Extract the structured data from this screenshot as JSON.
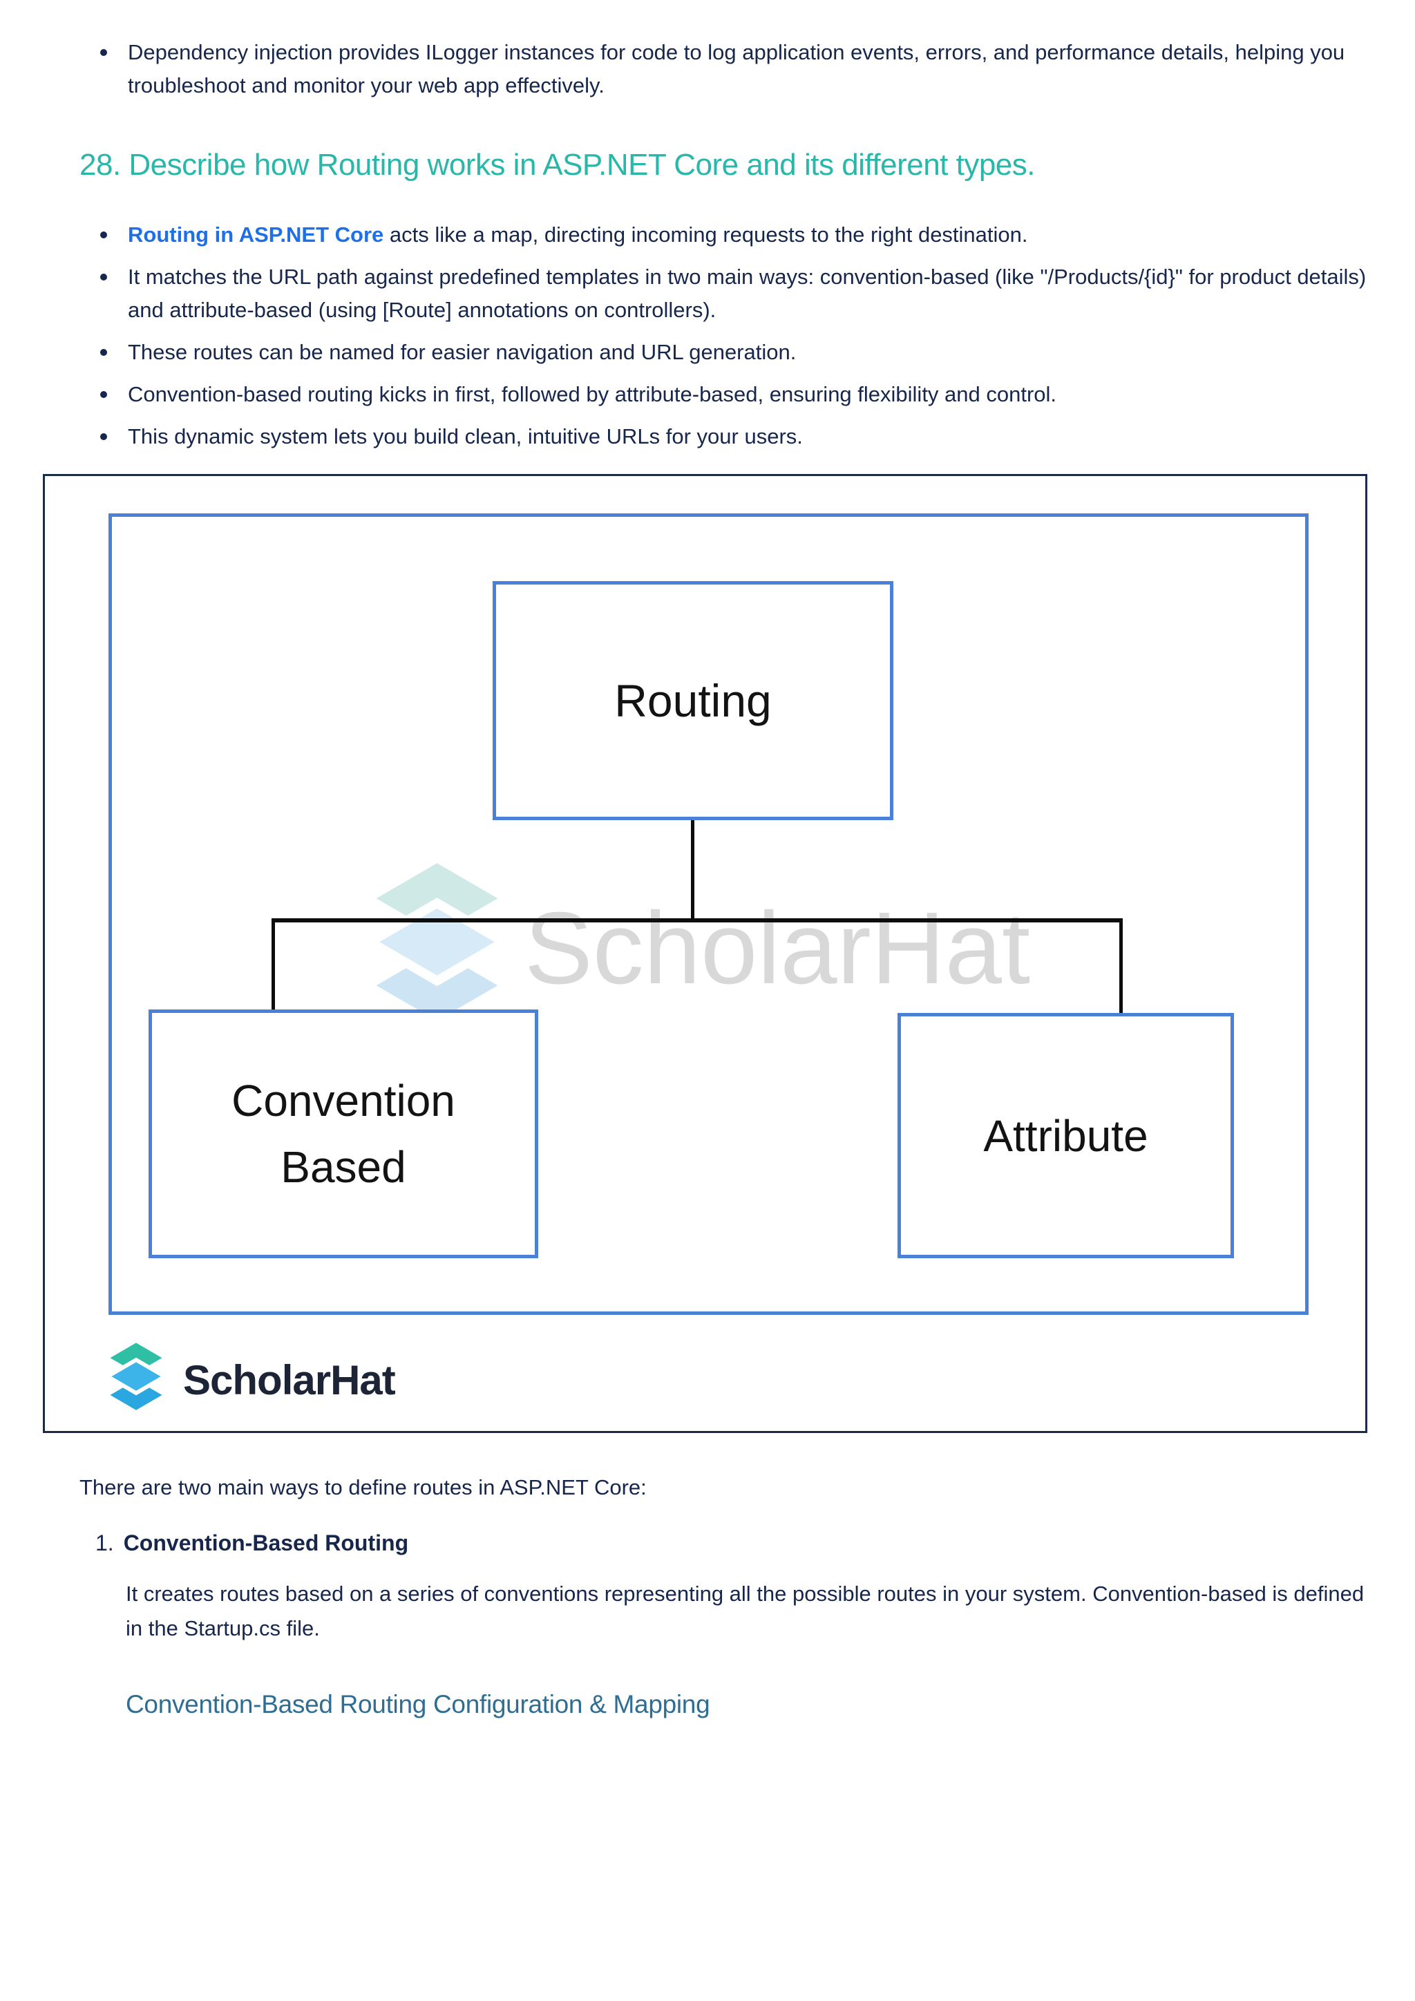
{
  "intro": {
    "bullet": "Dependency injection provides ILogger instances for code to log application events, errors, and performance details, helping you troubleshoot and monitor your web app effectively."
  },
  "question": {
    "heading": "28. Describe how Routing works in ASP.NET Core and its different types."
  },
  "bullets": [
    {
      "bold": "Routing in ASP.NET Core",
      "rest": " acts like a map, directing incoming requests to the right destination."
    },
    {
      "bold": "",
      "rest": "It matches the URL path against predefined templates in two main ways: convention-based (like \"/Products/{id}\" for product details) and attribute-based (using [Route] annotations on controllers)."
    },
    {
      "bold": "",
      "rest": "These routes can be named for easier navigation and URL generation."
    },
    {
      "bold": "",
      "rest": "Convention-based routing kicks in first, followed by attribute-based, ensuring flexibility and control."
    },
    {
      "bold": "",
      "rest": "This dynamic system lets you build clean, intuitive URLs for your users."
    }
  ],
  "diagram": {
    "root_label": "Routing",
    "left_label": "Convention Based",
    "right_label": "Attribute",
    "watermark_text": "ScholarHat",
    "logo_text": "ScholarHat"
  },
  "below": {
    "intro": "There are two main ways to define routes in ASP.NET Core:",
    "list_number": "1.",
    "list_title": "Convention-Based Routing",
    "paragraph": "It creates routes based on a series of conventions representing all the possible routes in your system. Convention-based is defined in the Startup.cs file.",
    "subheading": "Convention-Based Routing Configuration & Mapping"
  },
  "colors": {
    "body_text": "#16264c",
    "question_teal": "#29b7a9",
    "link_blue": "#1e6fe8",
    "subheading_blue": "#2e6d94",
    "diagram_border_blue": "#4a80d8",
    "card_border_navy": "#1c2b4a",
    "connector_black": "#0d0d0d",
    "watermark_gray": "#d8d8d8",
    "logo_teal": "#2ebfa5",
    "logo_blue": "#2a9fd8"
  }
}
